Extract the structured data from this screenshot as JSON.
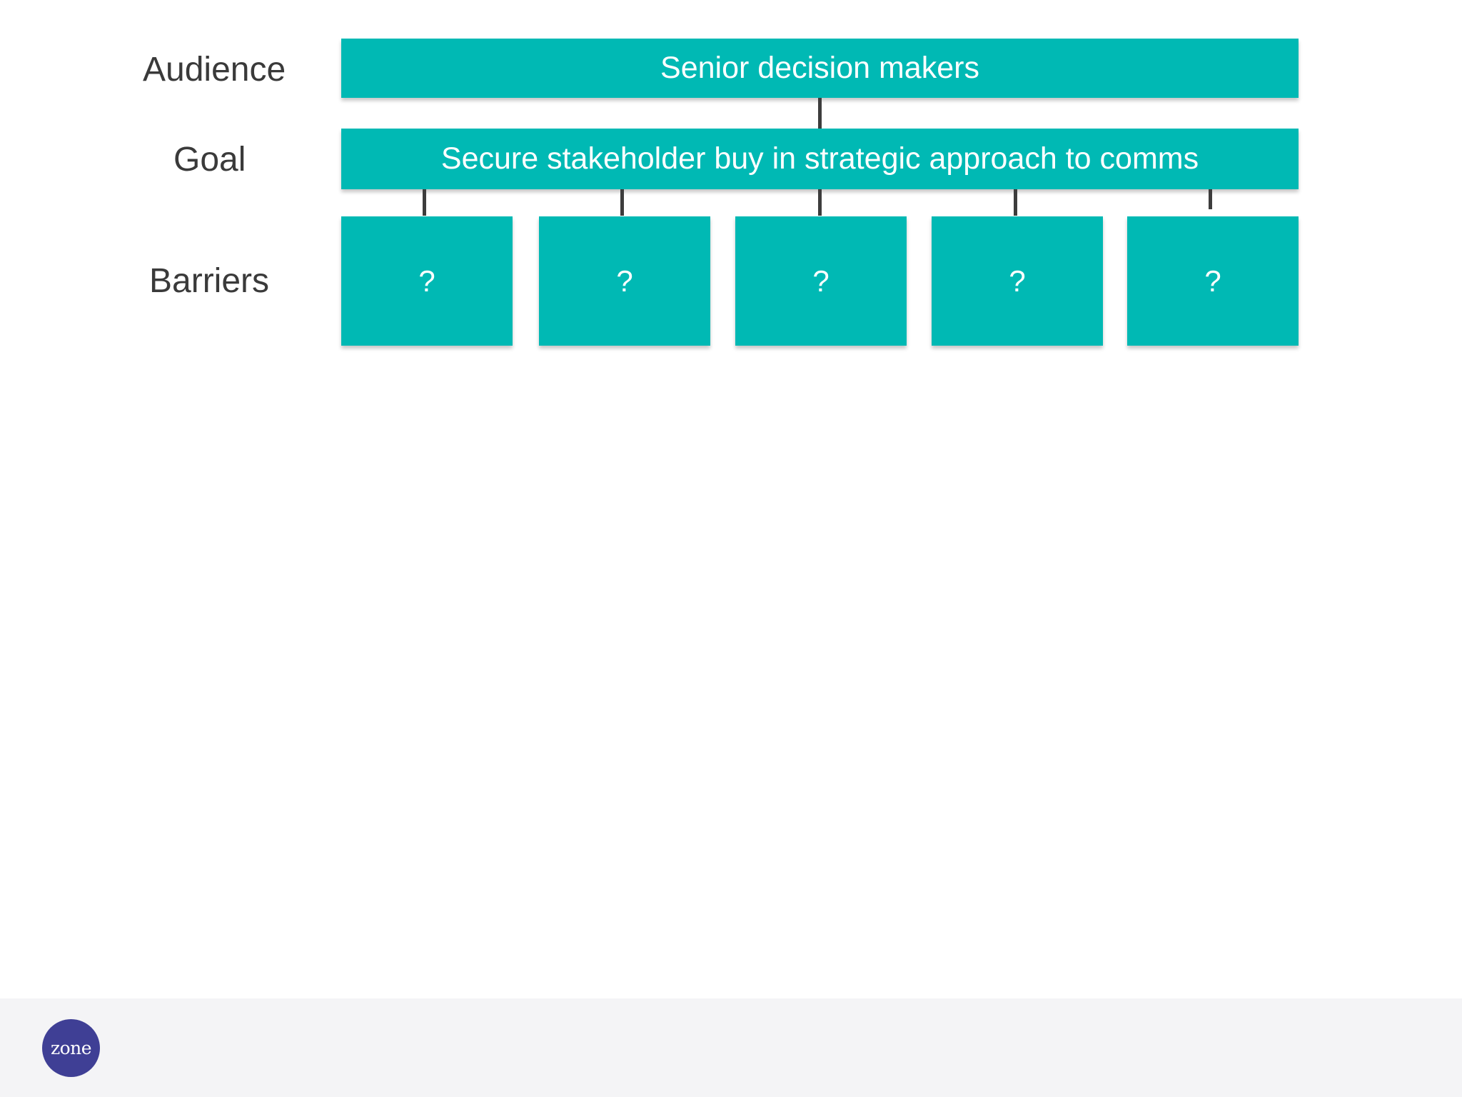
{
  "rows": {
    "audience_label": "Audience",
    "goal_label": "Goal",
    "barriers_label": "Barriers"
  },
  "audience": {
    "text": "Senior decision makers"
  },
  "goal": {
    "text": "Secure stakeholder buy in strategic approach to comms"
  },
  "barriers": [
    "?",
    "?",
    "?",
    "?",
    "?"
  ],
  "footer": {
    "logo_text": "zone"
  },
  "colors": {
    "box": "#00b9b4",
    "connector": "#3d3d3d",
    "logo": "#3f3f95"
  }
}
